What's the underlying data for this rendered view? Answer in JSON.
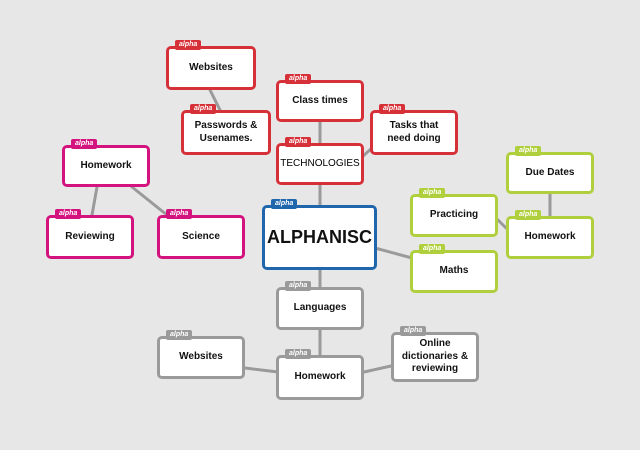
{
  "center": {
    "label": "ALPHANISC",
    "tag": "alpha"
  },
  "technologies": {
    "label": "TECHNOLOGIES",
    "tag": "alpha"
  },
  "class_times": {
    "label": "Class times",
    "tag": "alpha"
  },
  "websites_red": {
    "label": "Websites",
    "tag": "alpha"
  },
  "passwords": {
    "label": "Passwords & Usenames.",
    "tag": "alpha"
  },
  "tasks": {
    "label": "Tasks that need doing",
    "tag": "alpha"
  },
  "homework_pink": {
    "label": "Homework",
    "tag": "alpha"
  },
  "reviewing": {
    "label": "Reviewing",
    "tag": "alpha"
  },
  "science": {
    "label": "Science",
    "tag": "alpha"
  },
  "due_dates": {
    "label": "Due Dates",
    "tag": "alpha"
  },
  "practicing": {
    "label": "Practicing",
    "tag": "alpha"
  },
  "homework_green": {
    "label": "Homework",
    "tag": "alpha"
  },
  "maths": {
    "label": "Maths",
    "tag": "alpha"
  },
  "languages": {
    "label": "Languages",
    "tag": "alpha"
  },
  "websites_gray": {
    "label": "Websites",
    "tag": "alpha"
  },
  "homework_gray": {
    "label": "Homework",
    "tag": "alpha"
  },
  "online_dict": {
    "label": "Online dictionaries & reviewing",
    "tag": "alpha"
  },
  "colors": {
    "red": "#d63038",
    "pink": "#d4147e",
    "green": "#b0cf3c",
    "gray": "#9a9a9a",
    "blue": "#1f66ad",
    "connector": "#9a9a9a",
    "background": "#e7e7e7"
  }
}
